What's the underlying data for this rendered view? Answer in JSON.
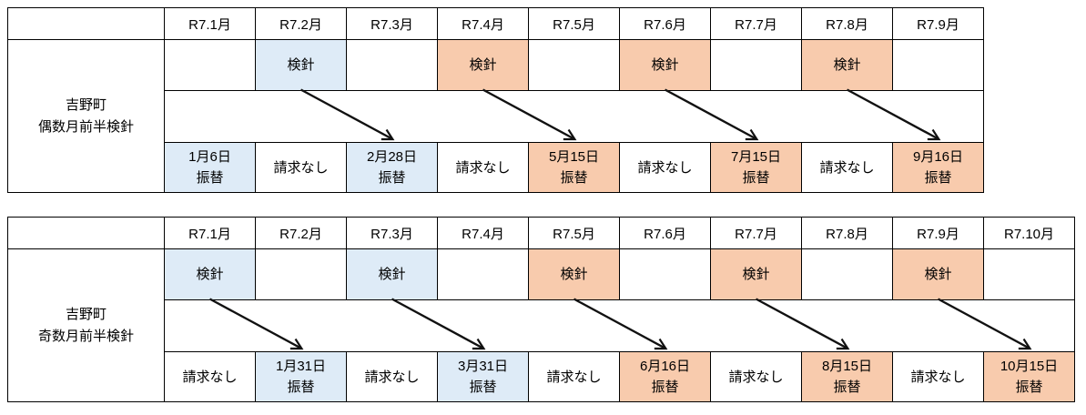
{
  "page": {
    "background": "#FFFFFF"
  },
  "colors": {
    "cell_blue": "#DEEBF7",
    "cell_orange": "#F8CBAD",
    "border": "#000000",
    "arrow": "#111111",
    "text": "#000000"
  },
  "tables": [
    {
      "id": "even-month-schedule",
      "label_lines": [
        "吉野町",
        "偶数月前半検針"
      ],
      "months": [
        "R7.1月",
        "R7.2月",
        "R7.3月",
        "R7.4月",
        "R7.5月",
        "R7.6月",
        "R7.7月",
        "R7.8月",
        "R7.9月"
      ],
      "kenshin_row": [
        {
          "text": "",
          "fill": "none"
        },
        {
          "text": "検針",
          "fill": "blue"
        },
        {
          "text": "",
          "fill": "none"
        },
        {
          "text": "検針",
          "fill": "orange"
        },
        {
          "text": "",
          "fill": "none"
        },
        {
          "text": "検針",
          "fill": "orange"
        },
        {
          "text": "",
          "fill": "none"
        },
        {
          "text": "検針",
          "fill": "orange"
        },
        {
          "text": "",
          "fill": "none"
        }
      ],
      "arrows": [
        {
          "from": 1,
          "to": 2
        },
        {
          "from": 3,
          "to": 4
        },
        {
          "from": 5,
          "to": 6
        },
        {
          "from": 7,
          "to": 8
        }
      ],
      "billing_row": [
        {
          "lines": [
            "1月6日",
            "振替"
          ],
          "fill": "blue"
        },
        {
          "lines": [
            "請求なし"
          ],
          "fill": "none"
        },
        {
          "lines": [
            "2月28日",
            "振替"
          ],
          "fill": "blue"
        },
        {
          "lines": [
            "請求なし"
          ],
          "fill": "none"
        },
        {
          "lines": [
            "5月15日",
            "振替"
          ],
          "fill": "orange"
        },
        {
          "lines": [
            "請求なし"
          ],
          "fill": "none"
        },
        {
          "lines": [
            "7月15日",
            "振替"
          ],
          "fill": "orange"
        },
        {
          "lines": [
            "請求なし"
          ],
          "fill": "none"
        },
        {
          "lines": [
            "9月16日",
            "振替"
          ],
          "fill": "orange"
        }
      ]
    },
    {
      "id": "odd-month-schedule",
      "label_lines": [
        "吉野町",
        "奇数月前半検針"
      ],
      "months": [
        "R7.1月",
        "R7.2月",
        "R7.3月",
        "R7.4月",
        "R7.5月",
        "R7.6月",
        "R7.7月",
        "R7.8月",
        "R7.9月",
        "R7.10月"
      ],
      "kenshin_row": [
        {
          "text": "検針",
          "fill": "blue"
        },
        {
          "text": "",
          "fill": "none"
        },
        {
          "text": "検針",
          "fill": "blue"
        },
        {
          "text": "",
          "fill": "none"
        },
        {
          "text": "検針",
          "fill": "orange"
        },
        {
          "text": "",
          "fill": "none"
        },
        {
          "text": "検針",
          "fill": "orange"
        },
        {
          "text": "",
          "fill": "none"
        },
        {
          "text": "検針",
          "fill": "orange"
        },
        {
          "text": "",
          "fill": "none"
        }
      ],
      "arrows": [
        {
          "from": 0,
          "to": 1
        },
        {
          "from": 2,
          "to": 3
        },
        {
          "from": 4,
          "to": 5
        },
        {
          "from": 6,
          "to": 7
        },
        {
          "from": 8,
          "to": 9
        }
      ],
      "billing_row": [
        {
          "lines": [
            "請求なし"
          ],
          "fill": "none"
        },
        {
          "lines": [
            "1月31日",
            "振替"
          ],
          "fill": "blue"
        },
        {
          "lines": [
            "請求なし"
          ],
          "fill": "none"
        },
        {
          "lines": [
            "3月31日",
            "振替"
          ],
          "fill": "blue"
        },
        {
          "lines": [
            "請求なし"
          ],
          "fill": "none"
        },
        {
          "lines": [
            "6月16日",
            "振替"
          ],
          "fill": "orange"
        },
        {
          "lines": [
            "請求なし"
          ],
          "fill": "none"
        },
        {
          "lines": [
            "8月15日",
            "振替"
          ],
          "fill": "orange"
        },
        {
          "lines": [
            "請求なし"
          ],
          "fill": "none"
        },
        {
          "lines": [
            "10月15日",
            "振替"
          ],
          "fill": "orange"
        }
      ]
    }
  ],
  "layout": {
    "label_col_width": 172,
    "month_col_width": 100
  }
}
